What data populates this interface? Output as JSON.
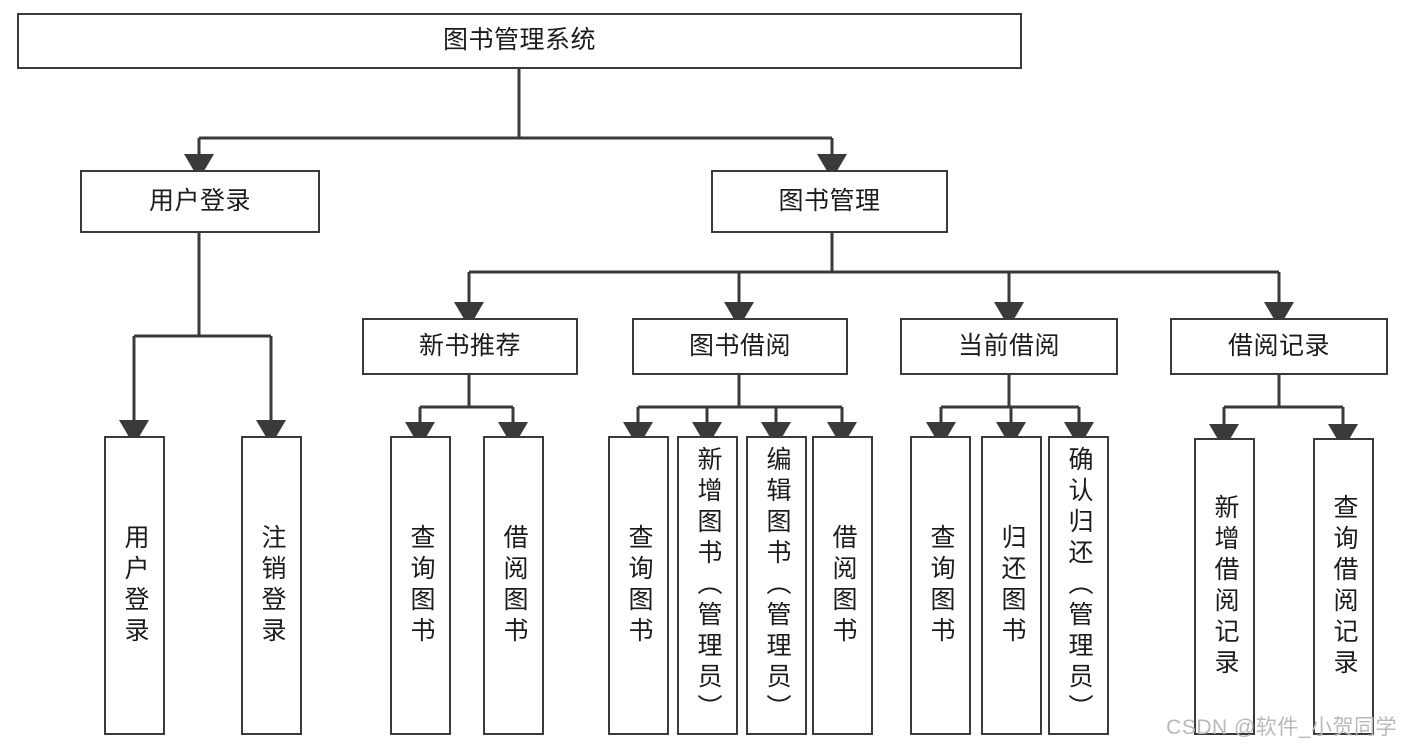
{
  "diagram": {
    "title": "图书管理系统",
    "type": "tree-hierarchy-chart",
    "stroke_color": "#3a3a3a",
    "text_color": "#1c1c1c",
    "background_color": "#ffffff",
    "nodes": {
      "root": {
        "label": "图书管理系统"
      },
      "level2": [
        {
          "label": "用户登录"
        },
        {
          "label": "图书管理"
        }
      ],
      "level3": [
        {
          "label": "新书推荐"
        },
        {
          "label": "图书借阅"
        },
        {
          "label": "当前借阅"
        },
        {
          "label": "借阅记录"
        }
      ],
      "leaves_user_login": [
        {
          "label": "用户登录"
        },
        {
          "label": "注销登录"
        }
      ],
      "leaves_new_book": [
        {
          "label": "查询图书"
        },
        {
          "label": "借阅图书"
        }
      ],
      "leaves_borrow": [
        {
          "label": "查询图书"
        },
        {
          "label": "新增图书（管理员）"
        },
        {
          "label": "编辑图书（管理员）"
        },
        {
          "label": "借阅图书"
        }
      ],
      "leaves_current": [
        {
          "label": "查询图书"
        },
        {
          "label": "归还图书"
        },
        {
          "label": "确认归还（管理员）"
        }
      ],
      "leaves_records": [
        {
          "label": "新增借阅记录"
        },
        {
          "label": "查询借阅记录"
        }
      ]
    },
    "watermark": "CSDN @软件_小贺同学"
  }
}
